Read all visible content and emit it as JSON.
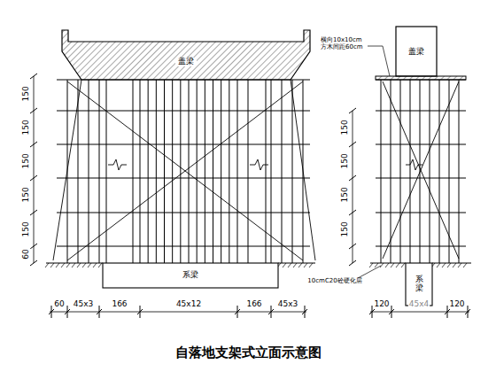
{
  "diagram": {
    "caption": "自落地支架式立面示意图",
    "nodes": [
      {
        "text": [
          "盖梁"
        ]
      },
      {
        "text": [
          "盖梁"
        ]
      },
      {
        "text": [
          "系梁"
        ]
      },
      {
        "text": [
          "系梁"
        ]
      }
    ],
    "labels": [
      "150",
      "150",
      "150",
      "150",
      "150",
      "60",
      "60",
      "45x3",
      "166",
      "45x12",
      "166",
      "45x3",
      "横向10x10cm 方木间距60cm",
      "150",
      "150",
      "150",
      "150",
      "10cmC20砼硬化层",
      "120",
      "45x4",
      "120"
    ]
  }
}
